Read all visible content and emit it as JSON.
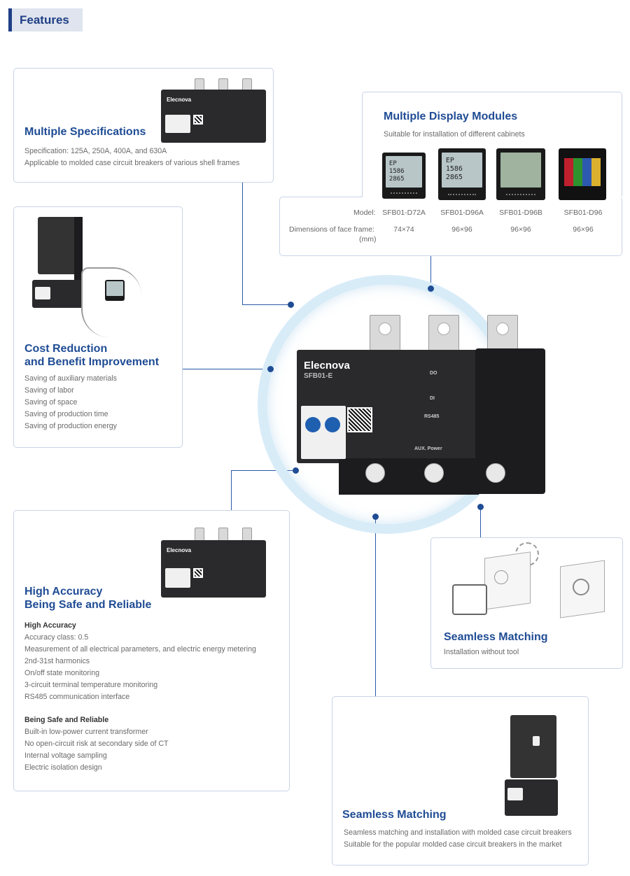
{
  "header": {
    "tag": "Features"
  },
  "spec_card": {
    "title": "Multiple Specifications",
    "lines": [
      "Specification: 125A, 250A, 400A, and 630A",
      "Applicable to molded case circuit breakers of various shell frames"
    ]
  },
  "display_card": {
    "title": "Multiple Display Modules",
    "subtitle": "Suitable for installation of different cabinets",
    "model_label": "Model:",
    "dim_label_1": "Dimensions of face frame:",
    "dim_label_2": "(mm)",
    "modules": [
      {
        "model": "SFB01-D72A",
        "dims": "74×74",
        "screen": [
          "EP",
          "1586",
          "2865"
        ]
      },
      {
        "model": "SFB01-D96A",
        "dims": "96×96",
        "screen": [
          "EP",
          "1586",
          "2865"
        ]
      },
      {
        "model": "SFB01-D96B",
        "dims": "96×96",
        "screen": [
          "",
          "",
          ""
        ]
      },
      {
        "model": "SFB01-D96",
        "dims": "96×96",
        "screen": [
          "",
          "",
          ""
        ]
      }
    ]
  },
  "cost_card": {
    "title_1": "Cost Reduction",
    "title_2": "and Benefit Improvement",
    "lines": [
      "Saving of auxiliary materials",
      "Saving of labor",
      "Saving of space",
      "Saving of production time",
      "Saving of production energy"
    ]
  },
  "center_device": {
    "brand": "Elecnova",
    "model": "SFB01-E",
    "labels": [
      "DO",
      "DI",
      "RS485",
      "AUX. Power"
    ]
  },
  "accuracy_card": {
    "title_1": "High Accuracy",
    "title_2": "Being Safe and Reliable",
    "section_1": "High Accuracy",
    "section_1_lines": [
      "Accuracy class: 0.5",
      "Measurement of all electrical parameters, and electric energy metering",
      "2nd-31st harmonics",
      "On/off state monitoring",
      "3-circuit terminal temperature monitoring",
      "RS485 communication interface"
    ],
    "section_2": "Being Safe and Reliable",
    "section_2_lines": [
      "Built-in low-power current transformer",
      "No open-circuit risk at secondary side of CT",
      "Internal voltage sampling",
      "Electric isolation design"
    ]
  },
  "seamless_card_1": {
    "title": "Seamless Matching",
    "text": "Installation without tool"
  },
  "seamless_card_2": {
    "title": "Seamless Matching",
    "lines": [
      "Seamless matching and installation with molded case circuit breakers",
      "Suitable for the popular molded case circuit breakers in the market"
    ]
  },
  "colors": {
    "accent": "#1f4c94",
    "border": "#c9d4e6",
    "ring": "#d8ecf8"
  }
}
